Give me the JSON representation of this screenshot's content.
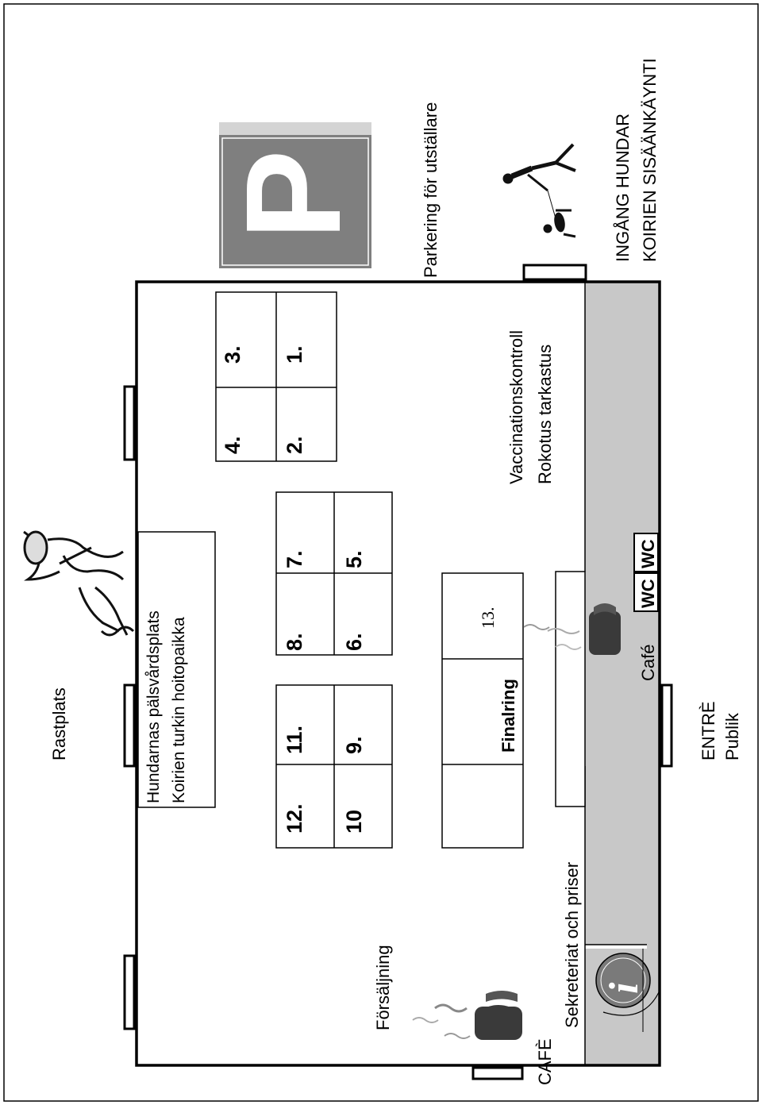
{
  "labels": {
    "rastplats": "Rastplats",
    "grooming_sv": "Hundarnas pälsvårdsplats",
    "grooming_fi": "Koirien turkin hoitopaikka",
    "forsaljning": "Försäljning",
    "cafe_upper": "CAFÈ",
    "sekreteriat": "Sekreteriat och priser",
    "finalring": "Finalring",
    "ring13": "13.",
    "vaccination_sv": "Vaccinationskontroll",
    "vaccination_fi": "Rokotus tarkastus",
    "cafe_inner": "Café",
    "entre": "ENTRÈ",
    "publik": "Publik",
    "parkering": "Parkering för utställare",
    "ingang_sv": "INGÅNG HUNDAR",
    "ingang_fi": "KOIRIEN SISÄÄNKÄYNTI",
    "wc1": "WC",
    "wc2": "WC",
    "parking_sign": "P",
    "info_sign": "i"
  },
  "rings": {
    "r1": "1.",
    "r2": "2.",
    "r3": "3.",
    "r4": "4.",
    "r5": "5.",
    "r6": "6.",
    "r7": "7.",
    "r8": "8.",
    "r9": "9.",
    "r10": "10",
    "r11": "11.",
    "r12": "12."
  },
  "colors": {
    "corridor": "#c8c8c8",
    "parking_bg": "#7f7f7f",
    "parking_top": "#d4d4d4",
    "info_bg": "#7a7a7a"
  }
}
